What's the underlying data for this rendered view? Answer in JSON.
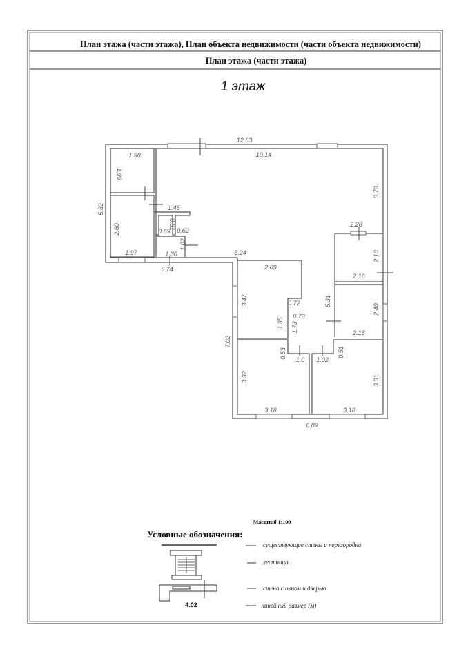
{
  "header": {
    "line1": "План этажа (части этажа), План объекта недвижимости (части объекта недвижимости)",
    "line2": "План этажа (части этажа)"
  },
  "floor_title": "1 этаж",
  "dimensions": {
    "top_total": "12.63",
    "main_room_width": "10.14",
    "right_upper": "3.73",
    "left_total": "5.32",
    "room_a_w": "1.98",
    "room_a_h": "1.99",
    "room_b_h": "2.80",
    "room_b_w": "1.97",
    "hall_146": "1.46",
    "closet_081": "0.81",
    "closet_069": "0.69",
    "closet_062": "0.62",
    "closet_102": "1.02",
    "hall_130": "1.30",
    "bottom_left_574": "5.74",
    "step_524": "5.24",
    "room_c_w": "2.89",
    "room_c_h": "3.47",
    "nook_072": "0.72",
    "nook_073": "0.73",
    "nook_135": "1.35",
    "corr_173": "1.73",
    "corr_531": "5.31",
    "room_d_w": "2.28",
    "room_d_h": "2.10",
    "room_d_b": "2.16",
    "room_e_h": "2.40",
    "room_e_b": "2.16",
    "lower_left_total": "7.02",
    "d053": "0.53",
    "d10": "1.0",
    "d102": "1.02",
    "d051": "0.51",
    "room_f_h": "3.32",
    "room_f_w": "3.18",
    "room_g_w": "3.18",
    "room_g_h": "3.31",
    "bottom_total": "6.89"
  },
  "scale": "Масштаб 1:100",
  "legend": {
    "title": "Условные обозначения:",
    "items": [
      "существующие стены и перегородки",
      "лестница",
      "стена с окном и дверью",
      "линейный размер (м)"
    ],
    "sample_dimension": "4.02"
  }
}
